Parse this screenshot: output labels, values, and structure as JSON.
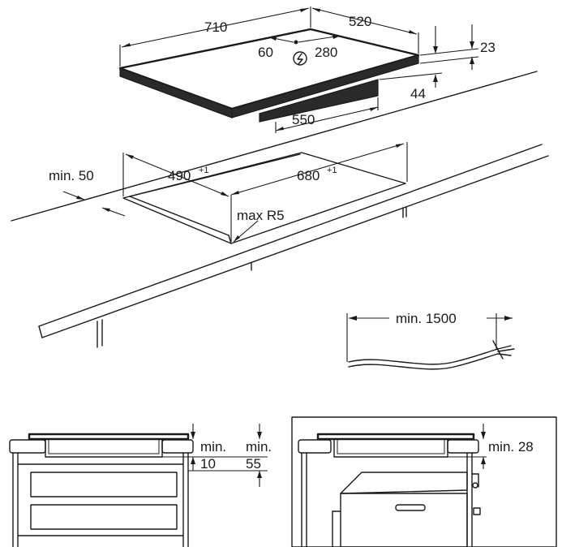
{
  "hob": {
    "width": "710",
    "depth": "520",
    "thickness": "23",
    "box_height": "44",
    "box_width": "550",
    "conn_left": "60",
    "conn_right": "280"
  },
  "cutout": {
    "min_front": "min. 50",
    "depth": "490",
    "depth_tol": "+1",
    "width": "680",
    "width_tol": "+1",
    "radius": "max R5"
  },
  "cable": {
    "length": "min. 1500"
  },
  "section_left": {
    "gap_min_label": "min.",
    "gap_min_value": "10",
    "space_min_label": "min.",
    "space_min_value": "55"
  },
  "section_right": {
    "gap_label": "min. 28"
  }
}
